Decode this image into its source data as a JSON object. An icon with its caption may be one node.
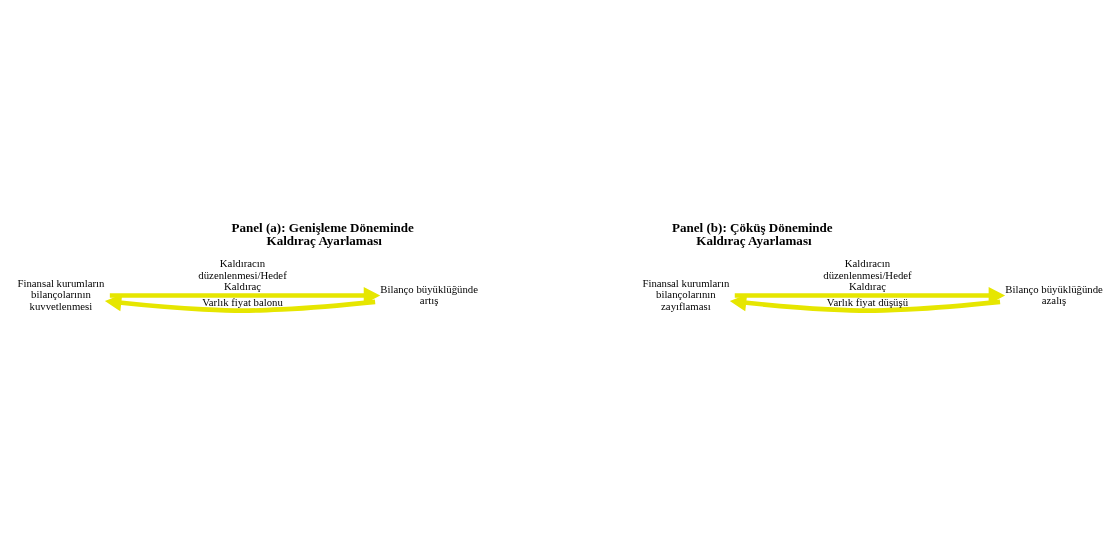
{
  "diagram": {
    "nodes": [
      {
        "text": [
          "Finansal kurumların bilançolarının kuvvetlenmesi"
        ]
      },
      {
        "text": [
          "Bilanço büyüklüğünde artış"
        ]
      },
      {
        "text": [
          "Finansal kurumların bilançolarının zayıflaması"
        ]
      },
      {
        "text": [
          "Bilanço büyüklüğünde azalış"
        ]
      }
    ],
    "edges": [
      {
        "from": 0,
        "to": 1,
        "arrow": "to",
        "label": "Kaldıracın düzenlenmesi/Hedef Kaldıraç"
      },
      {
        "from": 1,
        "to": 0,
        "arrow": "to",
        "label": "Varlık fiyat balonu"
      },
      {
        "from": 2,
        "to": 3,
        "arrow": "to",
        "label": "Kaldıracın düzenlenmesi/Hedef Kaldıraç"
      },
      {
        "from": 3,
        "to": 2,
        "arrow": "to",
        "label": "Varlık fiyat düşüşü"
      }
    ],
    "labels": [
      "Panel (a): Genişleme Döneminde Kaldıraç Ayarlaması",
      "Panel (b): Çöküş Döneminde Kaldıraç Ayarlaması"
    ]
  }
}
